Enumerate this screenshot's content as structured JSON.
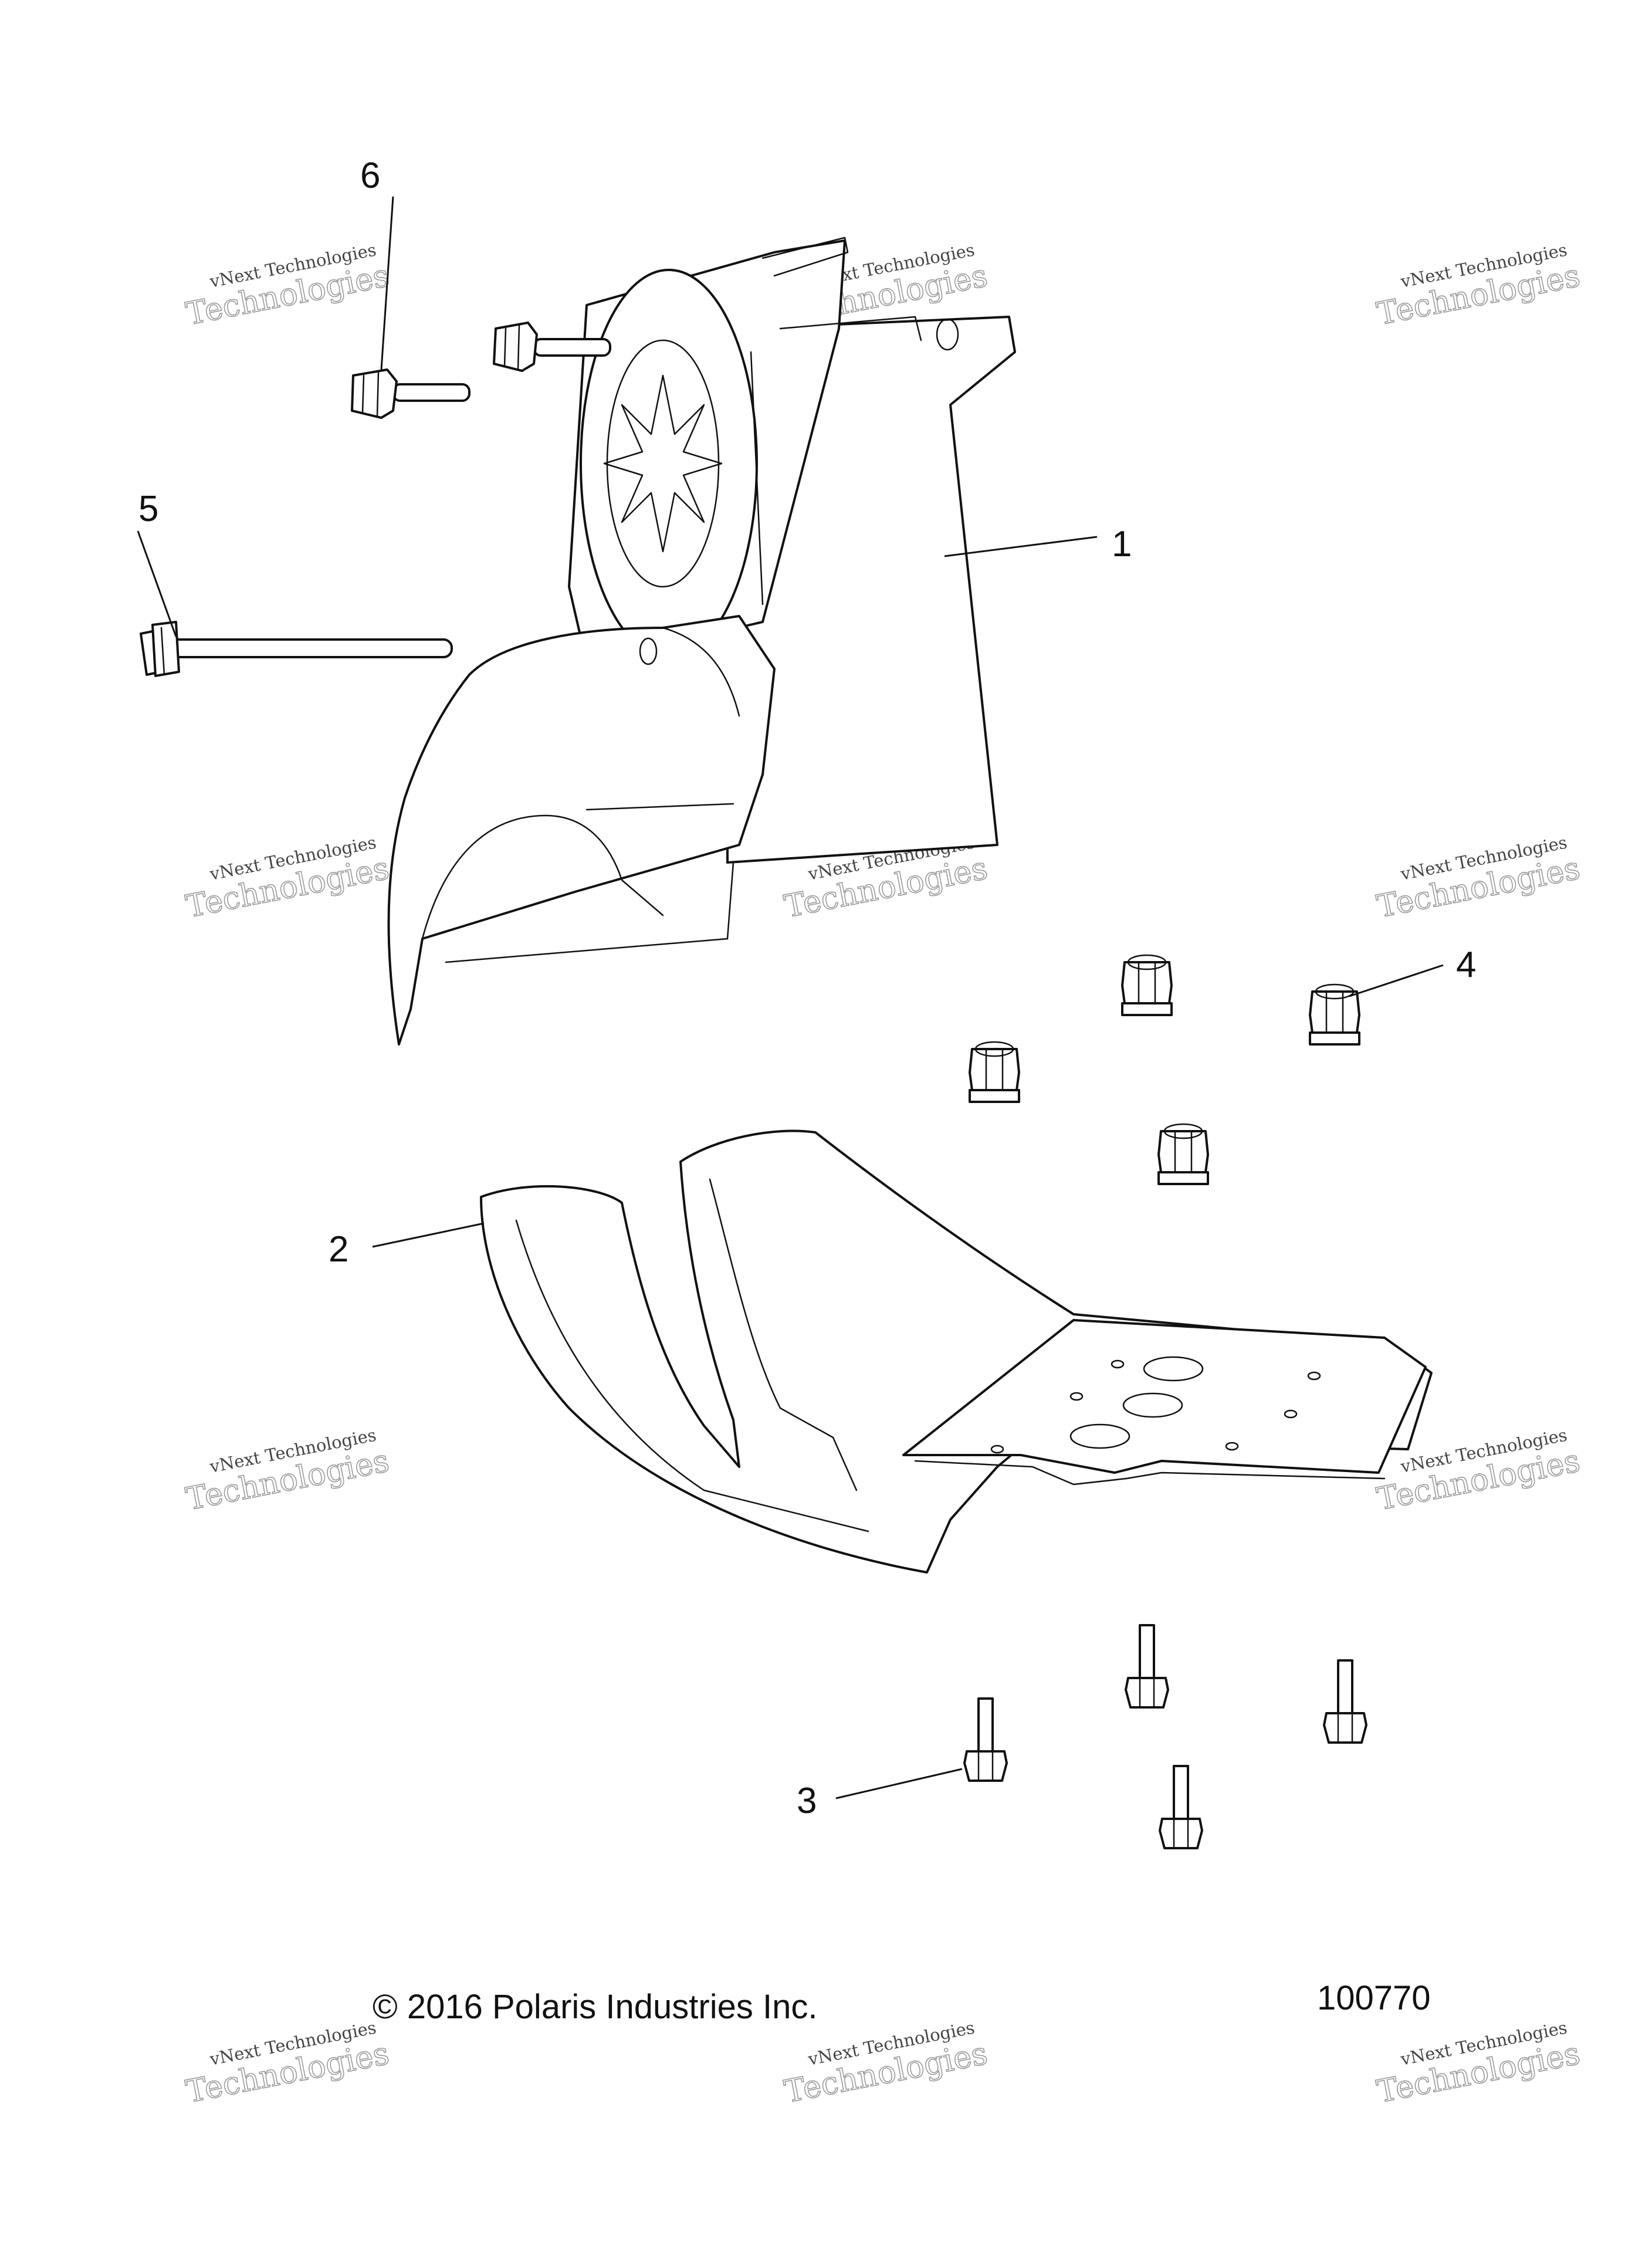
{
  "callouts": [
    {
      "id": "1",
      "label": "1"
    },
    {
      "id": "2",
      "label": "2"
    },
    {
      "id": "3",
      "label": "3"
    },
    {
      "id": "4",
      "label": "4"
    },
    {
      "id": "5",
      "label": "5"
    },
    {
      "id": "6",
      "label": "6"
    }
  ],
  "footer": {
    "copyright": "© 2016 Polaris Industries Inc.",
    "diagram_number": "100770"
  },
  "watermark": {
    "line1": "vNext Technologies",
    "line2": "Technologies"
  },
  "colors": {
    "line": "#111111",
    "background": "#ffffff",
    "watermark": "#9a9a9a"
  }
}
